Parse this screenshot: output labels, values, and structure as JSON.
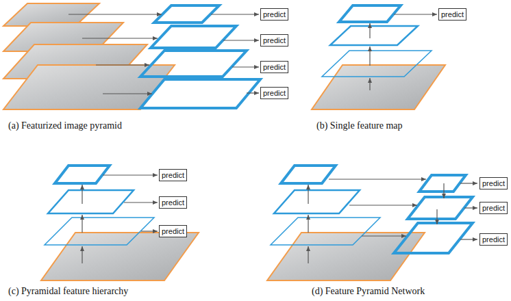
{
  "diagram": {
    "nodes": [
      {
        "text": [
          "predict"
        ]
      },
      {
        "text": [
          "predict"
        ]
      },
      {
        "text": [
          "predict"
        ]
      },
      {
        "text": [
          "predict"
        ]
      },
      {
        "text": [
          "predict"
        ]
      },
      {
        "text": [
          "predict"
        ]
      },
      {
        "text": [
          "predict"
        ]
      },
      {
        "text": [
          "predict"
        ]
      },
      {
        "text": [
          "predict"
        ]
      },
      {
        "text": [
          "predict"
        ]
      },
      {
        "text": [
          "predict"
        ]
      }
    ],
    "labels": [
      "(a) Featurized image pyramid",
      "(b) Single feature map",
      "(c) Pyramidal feature hierarchy",
      "(d) Feature Pyramid Network"
    ]
  }
}
